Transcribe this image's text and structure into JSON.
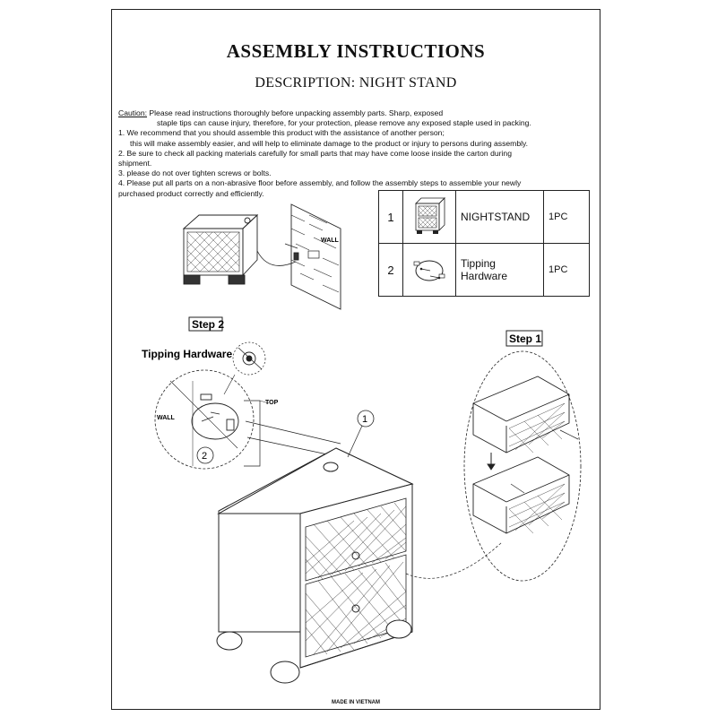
{
  "header": {
    "title": "ASSEMBLY INSTRUCTIONS",
    "subtitle": "DESCRIPTION: NIGHT STAND"
  },
  "instructions": {
    "caution_label": "Caution:",
    "caution_line1": " Please read instructions thoroughly before unpacking assembly parts. Sharp, exposed",
    "caution_line2": "staple tips can cause injury, therefore, for your protection, please remove any exposed staple used in packing.",
    "item1_line1": "1. We recommend that you should assemble this product with the assistance of another person;",
    "item1_line2": "this will make assembly easier, and will help to eliminate damage to the product or injury to persons during assembly.",
    "item2_line1": "2. Be sure to check all packing materials carefully for small parts that may have come loose inside the carton during",
    "item2_line2": "shipment.",
    "item3": "3. please do not over tighten screws or bolts.",
    "item4_line1": "4. Please put all parts on a non-abrasive floor before assembly, and follow the assembly steps to assemble your newly",
    "item4_line2": "purchased product correctly and efficiently."
  },
  "parts": [
    {
      "num": "1",
      "name": "NIGHTSTAND",
      "qty": "1PC",
      "icon": "nightstand-icon"
    },
    {
      "num": "2",
      "name": "Tipping Hardware",
      "qty": "1PC",
      "icon": "tipping-hardware-icon"
    }
  ],
  "diagram": {
    "wall_label_top": "WALL",
    "step1_label": "Step 1",
    "step2_label": "Step 2",
    "tipping_hardware_label": "Tipping Hardware",
    "wall_label_detail": "WALL",
    "top_label": "TOP",
    "callout_1": "1",
    "callout_2": "2"
  },
  "footer": {
    "made_in": "MADE IN VIETNAM"
  }
}
